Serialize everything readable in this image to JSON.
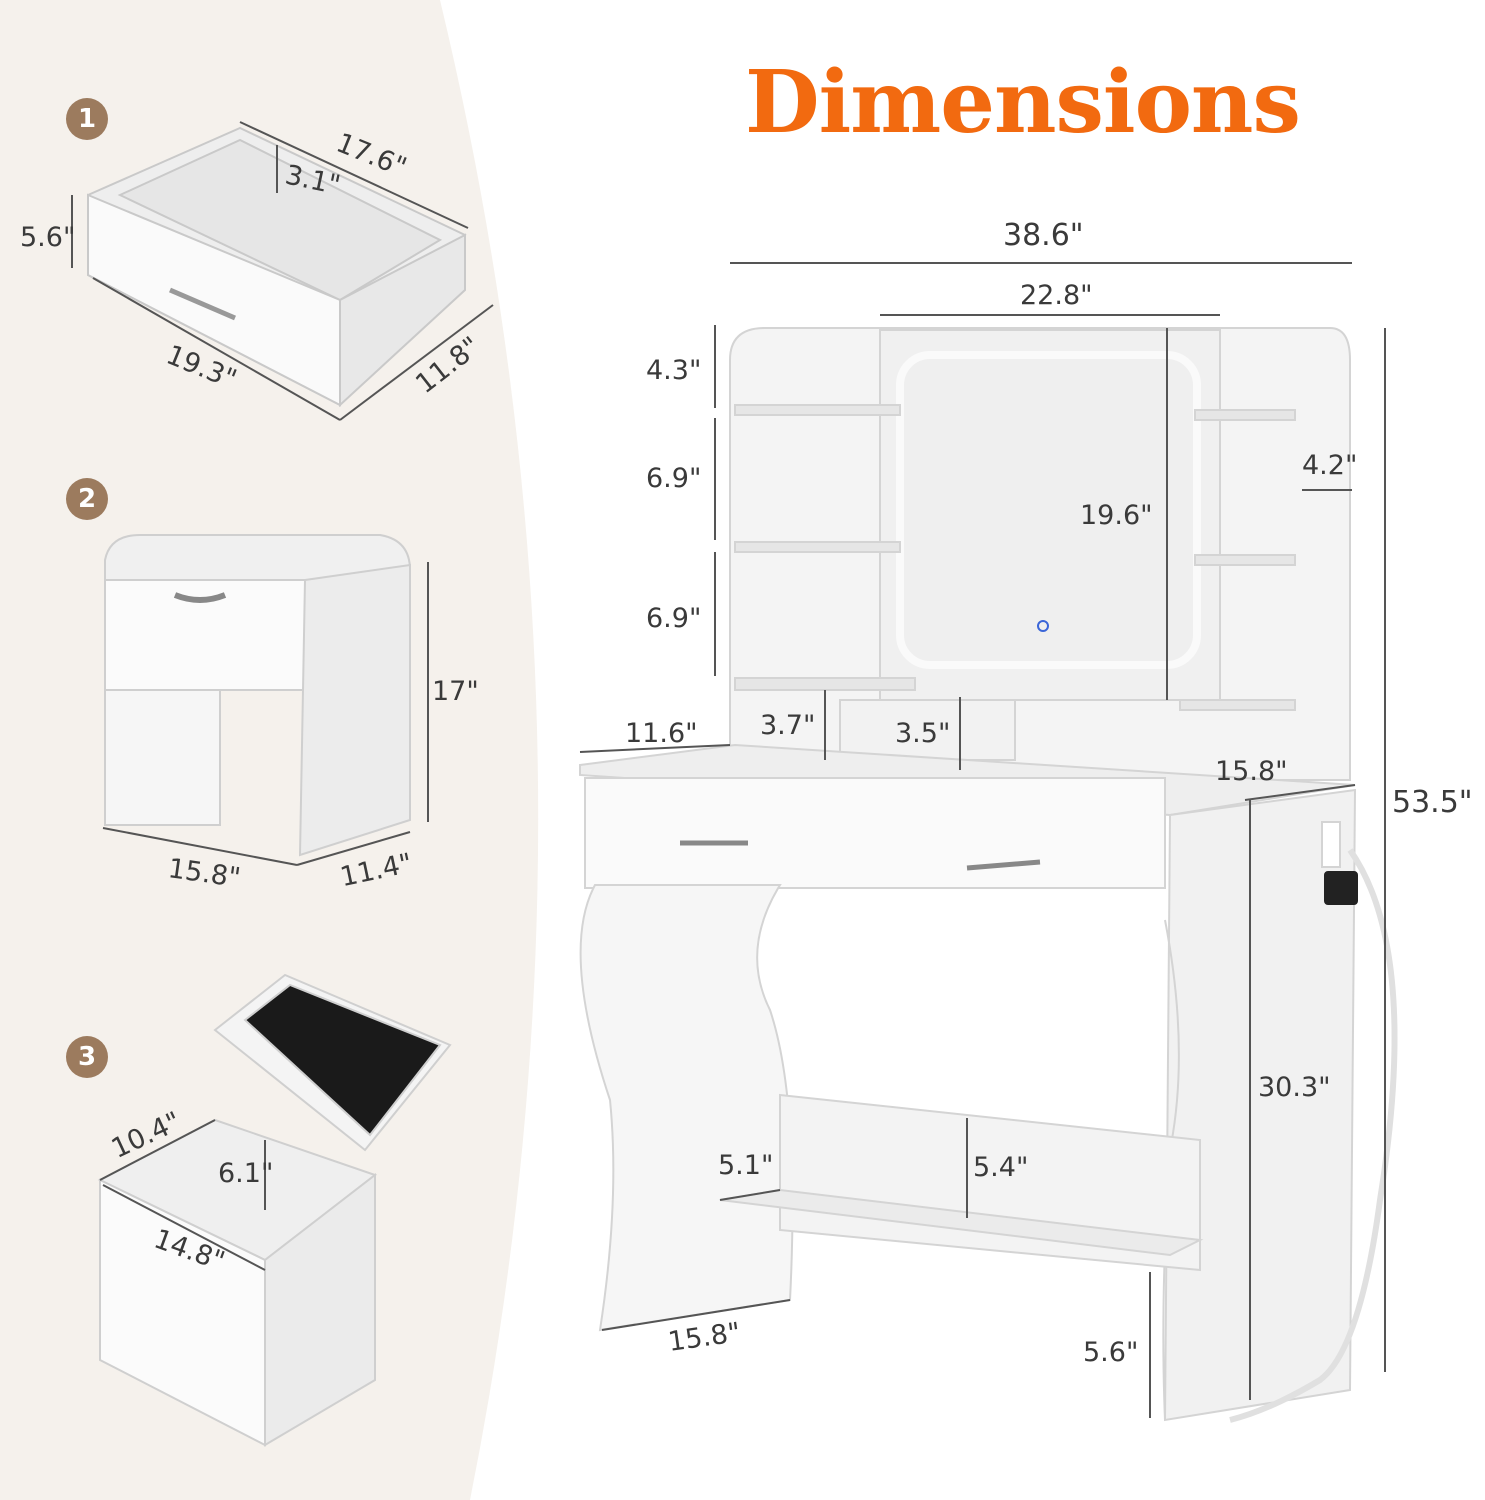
{
  "title": "Dimensions",
  "colors": {
    "accent": "#f26a10",
    "badge": "#9c7b5e",
    "panel": "#f5f1ec"
  },
  "steps": [
    {
      "number": "1",
      "name": "drawer",
      "labels": [
        "17.6\"",
        "3.1\"",
        "5.6\"",
        "19.3\"",
        "11.8\""
      ]
    },
    {
      "number": "2",
      "name": "stool",
      "labels": [
        "17\"",
        "15.8\"",
        "11.4\""
      ]
    },
    {
      "number": "3",
      "name": "stool-open",
      "labels": [
        "10.4\"",
        "6.1\"",
        "14.8\""
      ]
    }
  ],
  "vanity": {
    "labels": {
      "width_total": "38.6\"",
      "mirror_width": "22.8\"",
      "shelf_top": "4.3\"",
      "shelf_mid": "6.9\"",
      "shelf_low": "6.9\"",
      "side_depth": "4.2\"",
      "mirror_height": "19.6\"",
      "left_cubby": "3.7\"",
      "center_box": "3.5\"",
      "desk_left": "11.6\"",
      "desk_depth": "15.8\"",
      "total_height": "53.5\"",
      "desk_height": "30.3\"",
      "bottom_shelf_front": "5.1\"",
      "bottom_shelf_back": "5.4\"",
      "base_depth": "15.8\"",
      "floor_clearance": "5.6\""
    }
  }
}
